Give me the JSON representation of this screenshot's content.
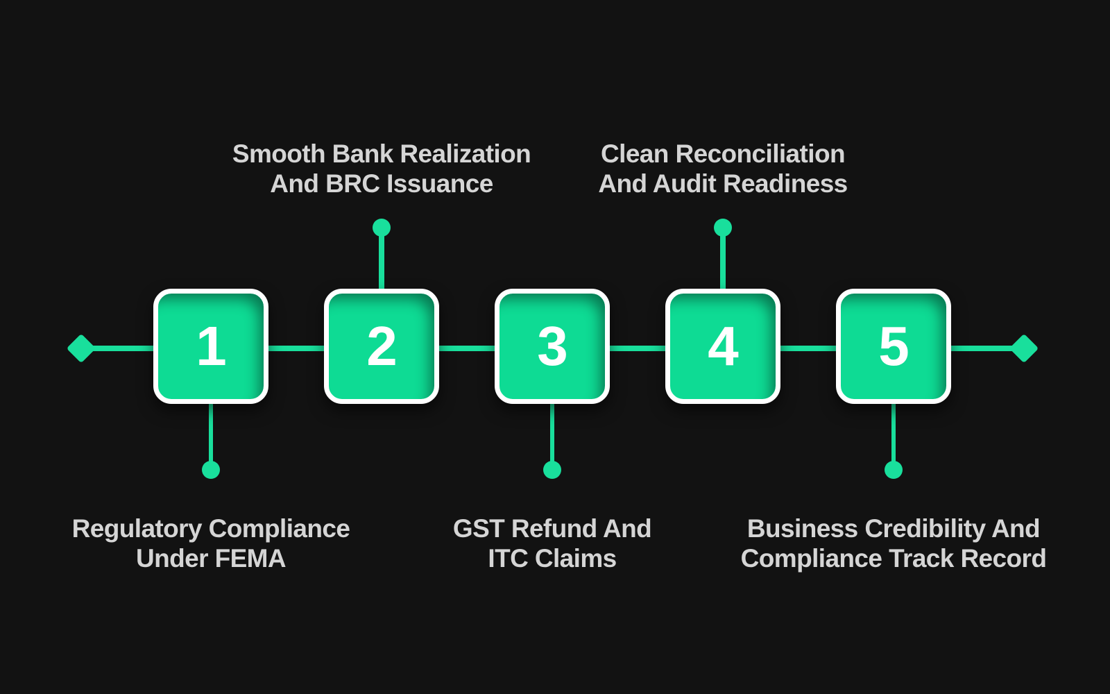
{
  "diagram": {
    "colors": {
      "background": "#121212",
      "accent_green": "#0edb94",
      "connector_green": "#19df9c",
      "label_text": "#d5d5d5",
      "number_text": "#ffffff",
      "box_border": "#ffffff"
    },
    "endpoints": {
      "left_icon": "diamond",
      "right_icon": "diamond"
    },
    "steps": [
      {
        "number": "1",
        "label_lines": [
          "Regulatory Compliance",
          "Under FEMA"
        ],
        "label_position": "below"
      },
      {
        "number": "2",
        "label_lines": [
          "Smooth Bank Realization",
          "And BRC Issuance"
        ],
        "label_position": "above"
      },
      {
        "number": "3",
        "label_lines": [
          "GST Refund And",
          "ITC Claims"
        ],
        "label_position": "below"
      },
      {
        "number": "4",
        "label_lines": [
          "Clean Reconciliation",
          "And Audit Readiness"
        ],
        "label_position": "above"
      },
      {
        "number": "5",
        "label_lines": [
          "Business Credibility And",
          "Compliance Track Record"
        ],
        "label_position": "below"
      }
    ]
  }
}
